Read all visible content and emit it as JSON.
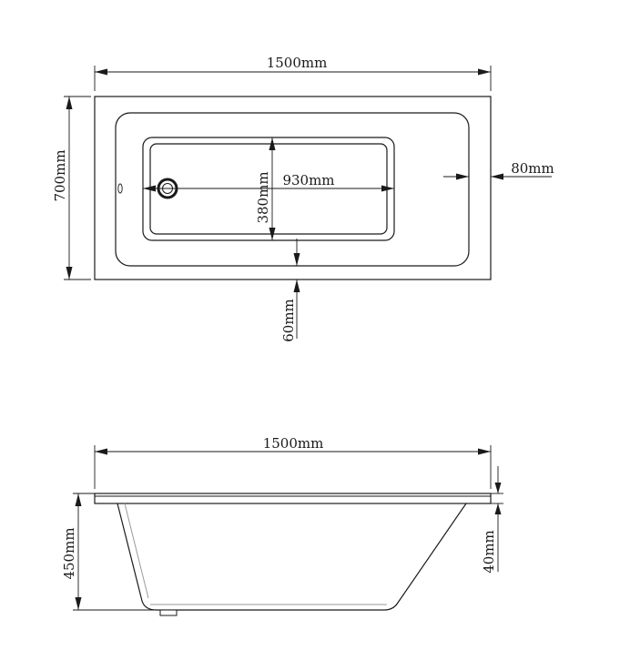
{
  "top_view": {
    "length_label": "1500mm",
    "width_label": "700mm",
    "inner_length_label": "930mm",
    "inner_width_label": "380mm",
    "side_rim_label": "80mm",
    "front_rim_label": "60mm"
  },
  "side_view": {
    "length_label": "1500mm",
    "height_label": "450mm",
    "rim_thickness_label": "40mm"
  }
}
